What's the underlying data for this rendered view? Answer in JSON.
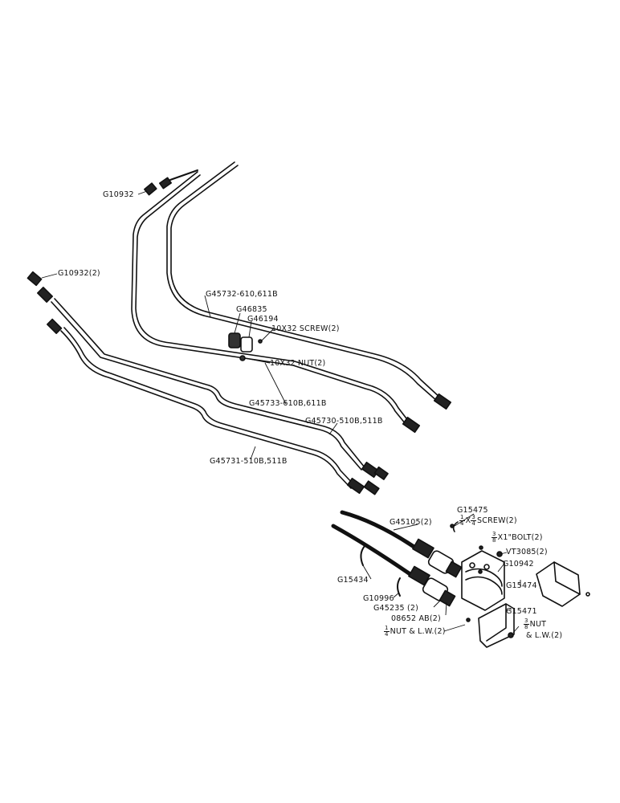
{
  "labels": {
    "g10932_top": "G10932",
    "g10932_left": "G10932(2)",
    "g45732": "G45732-610,611B",
    "g46835": "G46835",
    "g46194": "G46194",
    "screw_10x32": "10X32 SCREW(2)",
    "nut_10x32": "10X32 NUT(2)",
    "g45733": "G45733-610B,611B",
    "g45730": "G45730-510B,511B",
    "g45731": "G45731-510B,511B",
    "g15475": "G15475",
    "screw_qtr": {
      "num": "1",
      "den": "4",
      "mid": "X",
      "num2": "3",
      "den2": "4",
      "suffix": "SCREW(2)"
    },
    "g45105": "G45105(2)",
    "bolt": {
      "num": "3",
      "den": "8",
      "suffix": "X1\"BOLT(2)"
    },
    "vt3085": "VT3085(2)",
    "g10942": "G10942",
    "g15434": "G15434",
    "g15474": "G15474",
    "g10996": "G10996",
    "g45235": "G45235 (2)",
    "g15471": "G15471",
    "g08652": "08652 AB(2)",
    "nut_lw_qtr": {
      "num": "1",
      "den": "4",
      "suffix": "NUT & L.W.(2)"
    },
    "nut_lw_38": {
      "num": "3",
      "den": "8",
      "suffix": "NUT",
      "line2": "& L.W.(2)"
    }
  }
}
